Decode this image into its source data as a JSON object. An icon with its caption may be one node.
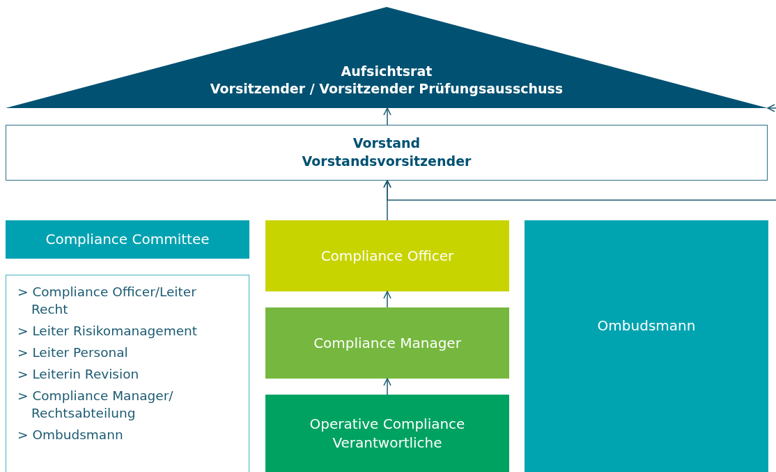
{
  "diagram": {
    "nodes": [
      {
        "text": [
          "Aufsichtsrat",
          "Vorsitzender / Vorsitzender Prüfungsausschuss"
        ]
      },
      {
        "text": [
          "Vorstand",
          "Vorstandsvorsitzender"
        ]
      },
      {
        "text": [
          "Compliance Committee"
        ]
      },
      {
        "text": [
          "> Compliance Officer/Leiter Recht",
          "> Leiter Risikomanagement",
          "> Leiter Personal",
          "> Leiterin Revision",
          "> Compliance Manager/ Rechtsabteilung",
          "> Ombudsmann"
        ]
      },
      {
        "text": [
          "Compliance Officer"
        ]
      },
      {
        "text": [
          "Compliance Manager"
        ]
      },
      {
        "text": [
          "Operative Compliance Verantwortliche"
        ]
      },
      {
        "text": [
          "Ombudsmann"
        ]
      }
    ],
    "edges": [
      {
        "from": 1,
        "to": 0,
        "arrow": "to"
      },
      {
        "from": 4,
        "to": 1,
        "arrow": "to"
      },
      {
        "from": 5,
        "to": 4,
        "arrow": "to"
      },
      {
        "from": 6,
        "to": 5,
        "arrow": "to"
      },
      {
        "from": null,
        "to": 0,
        "arrow": "to"
      },
      {
        "from": null,
        "to": 1,
        "arrow": "to"
      }
    ]
  }
}
